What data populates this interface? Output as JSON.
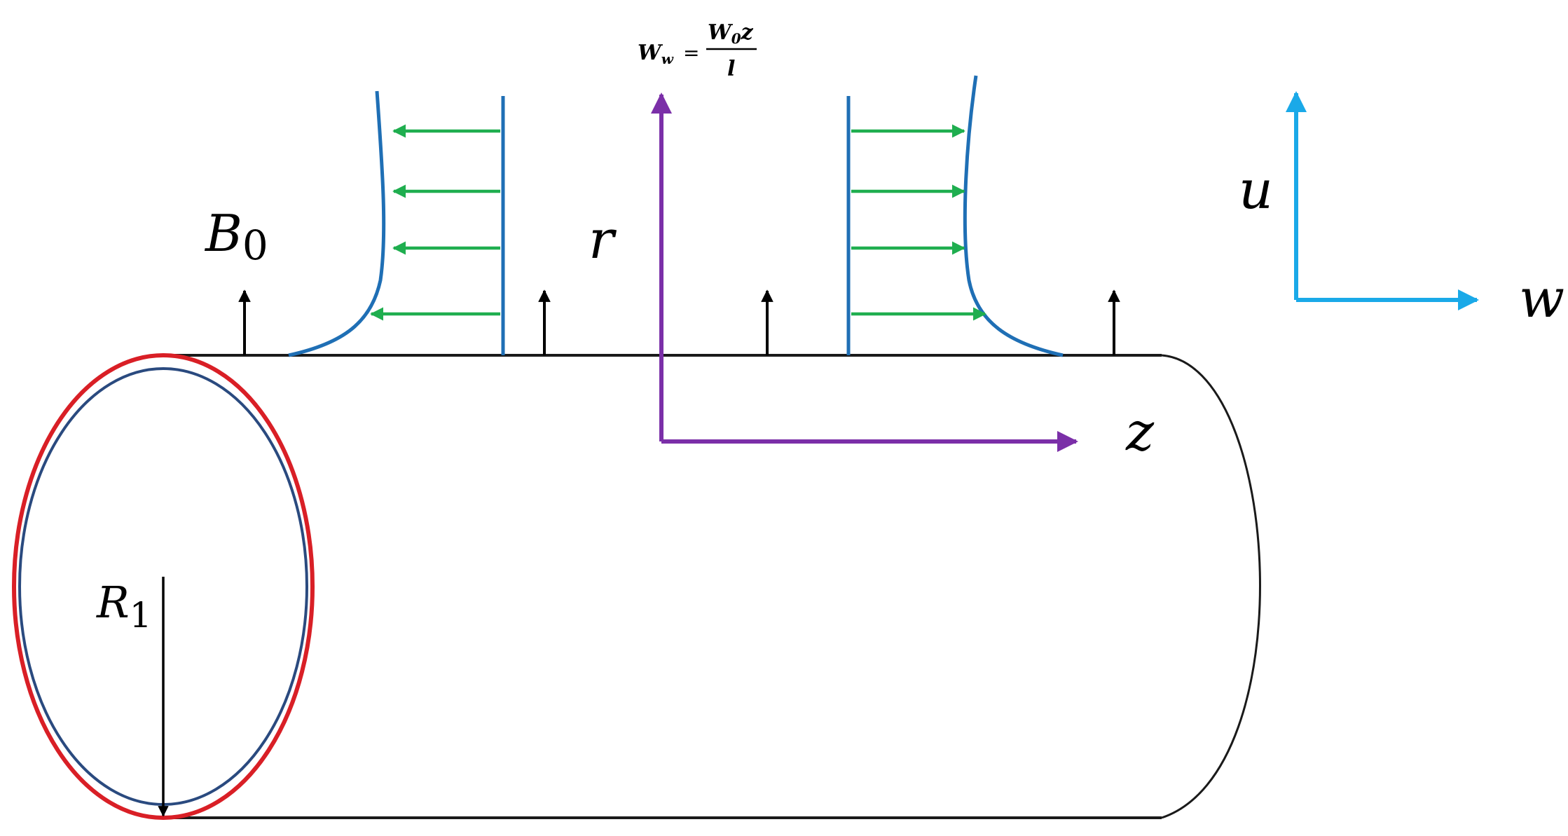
{
  "labels": {
    "b_main": "B",
    "b_sub": "0",
    "r_label": "r",
    "z_label": "z",
    "u_label": "u",
    "w_label": "w",
    "radius_main": "R",
    "radius_sub": "1"
  },
  "formula": {
    "lhs_main": "W",
    "lhs_sub": "w",
    "equals": "=",
    "num_main": "W",
    "num_sub": "0",
    "num_var": "z",
    "den": "l"
  },
  "colors": {
    "pipe_outline": "#1a1a1a",
    "outer_ellipse": "#d91f26",
    "inner_ellipse": "#2a4a7f",
    "profile_curve": "#1f6fb5",
    "flow_arrow": "#1fae4f",
    "axis_rz": "#7b2fa8",
    "axis_uw": "#1aa9e8",
    "field_arrow": "#000000"
  },
  "icons": {
    "field_arrows": "magnetic-field-arrow-icon",
    "flow_arrows": "velocity-arrow-icon"
  }
}
